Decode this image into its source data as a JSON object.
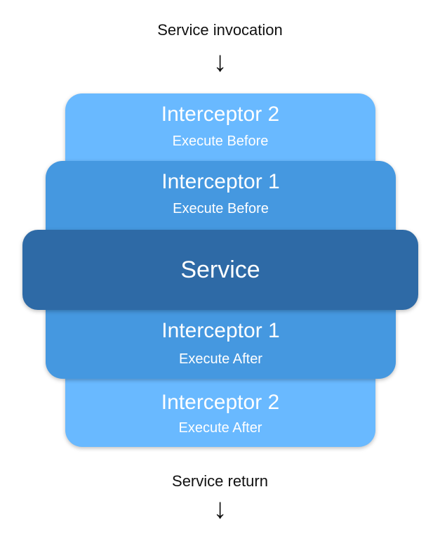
{
  "top_caption": "Service invocation",
  "bottom_caption": "Service return",
  "arrow_glyph": "↓",
  "interceptor2": {
    "before_title": "Interceptor 2",
    "before_sub": "Execute Before",
    "after_title": "Interceptor 2",
    "after_sub": "Execute After",
    "color": "#69b9ff"
  },
  "interceptor1": {
    "before_title": "Interceptor 1",
    "before_sub": "Execute Before",
    "after_title": "Interceptor 1",
    "after_sub": "Execute After",
    "color": "#4598e0"
  },
  "service": {
    "label": "Service",
    "color": "#2e6aa6"
  }
}
